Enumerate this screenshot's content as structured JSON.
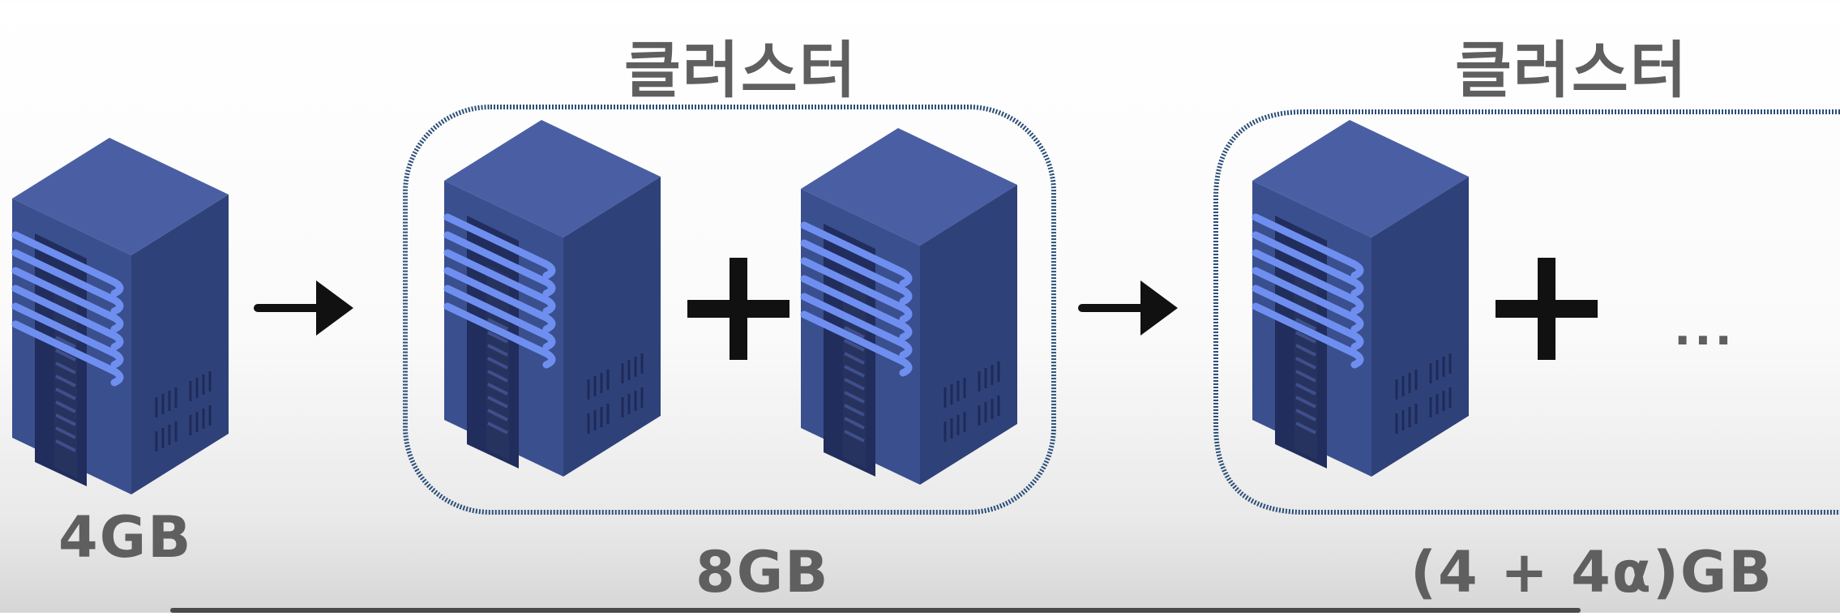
{
  "labels": {
    "cluster_1": "클러스터",
    "cluster_2": "클러스터",
    "single_server_capacity": "4GB",
    "cluster_1_capacity": "8GB",
    "cluster_2_capacity": "(4 + 4α)GB",
    "ellipsis": "..."
  },
  "icons": {
    "server": "server-tower-icon",
    "plus": "plus-icon",
    "arrow": "arrow-right-icon"
  },
  "colors": {
    "cluster_border": "#2b4f78",
    "server_front": "#3a4f8e",
    "server_side": "#2f4179",
    "server_top": "#4a5fa3",
    "server_light": "#6f8ff0",
    "symbol": "#111111",
    "label": "#5f5f5f"
  }
}
